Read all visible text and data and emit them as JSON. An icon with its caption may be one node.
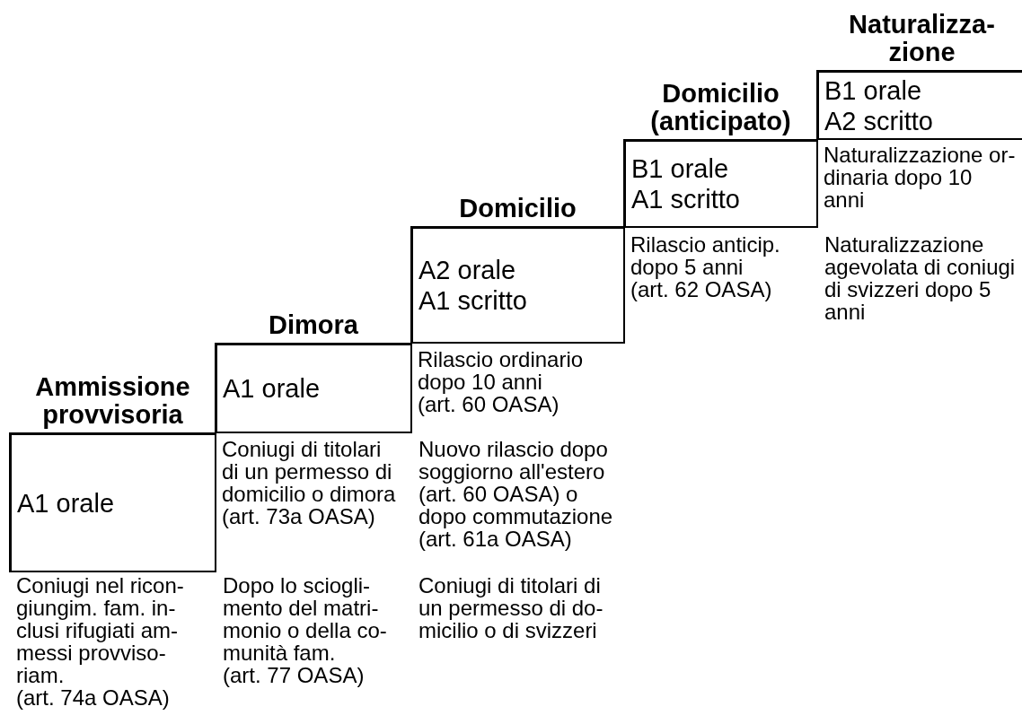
{
  "diagram": {
    "nodes": [
      {
        "text": [
          "Ammissione provvisoria",
          "A1 orale"
        ],
        "beside": [
          "Coniugi nel ricon- giungim. fam. in- clusi rifugiati am- messi provviso- riam.",
          "(art. 74a OASA)"
        ]
      },
      {
        "text": [
          "Dimora",
          "A1 orale"
        ],
        "beside": [
          "Coniugi di titolari di un permesso di domicilio o dimora",
          "(art. 73a OASA)"
        ]
      },
      {
        "text": [
          "Domicilio",
          "A2 orale A1 scritto"
        ],
        "beside": [
          "Rilascio ordinario dopo 10 anni",
          "(art. 60 OASA)"
        ]
      },
      {
        "text": [
          "Domicilio (anticipato)",
          "B1 orale A1 scritto"
        ],
        "beside": [
          "Rilascio anticip. dopo 5 anni",
          "(art. 62 OASA)"
        ]
      },
      {
        "text": [
          "Naturalizza- zione",
          "B1 orale A2 scritto"
        ],
        "beside": [
          "Naturalizzazione or- dinaria dopo 10 anni"
        ]
      }
    ],
    "labels": [
      "Naturalizzazione agevolata di coniugi di svizzeri dopo 5 anni",
      "Nuovo rilascio dopo soggiorno all'estero (art. 60 OASA) o dopo commutazione (art. 61a OASA)",
      "Dopo lo sciogli- mento del matri- monio o della co- munità fam.",
      "Coniugi di titolari di un permesso di do- micilio o di svizzeri",
      "(art. 77 OASA)"
    ]
  }
}
